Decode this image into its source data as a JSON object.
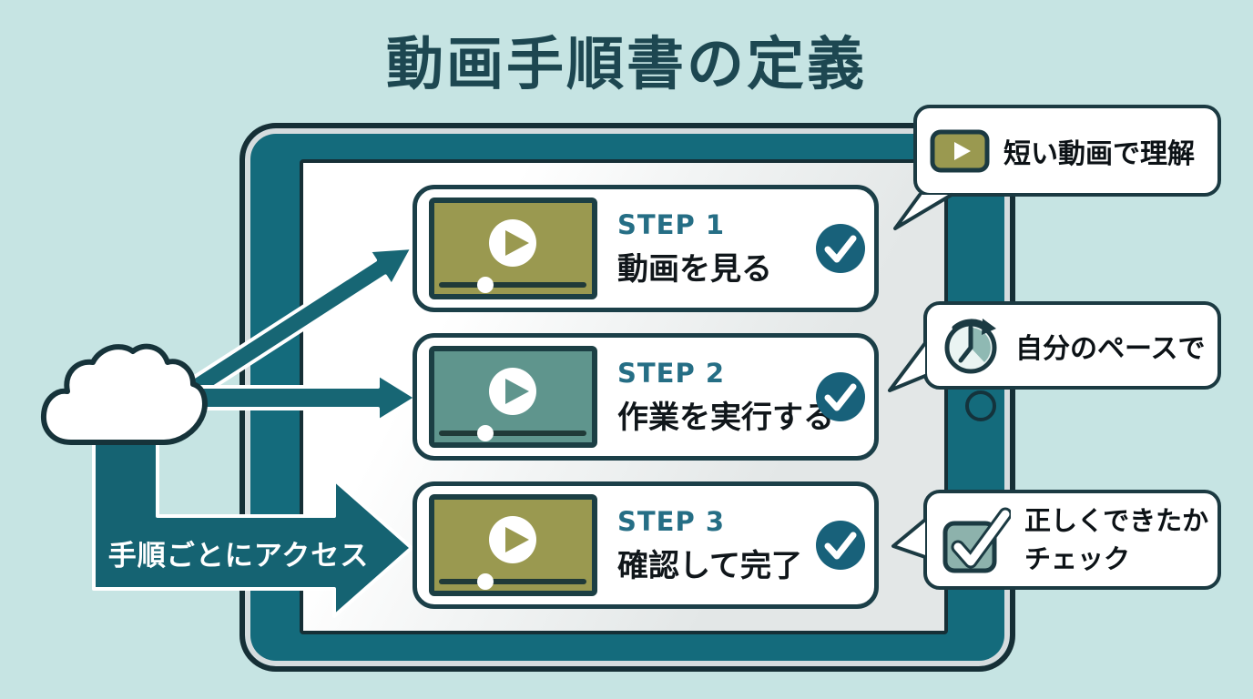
{
  "title": "動画手順書の定義",
  "cloud_flow": {
    "icon": "cloud-icon",
    "label": "手順ごとにアクセス"
  },
  "steps": [
    {
      "label": "STEP 1",
      "title": "動画を見る",
      "thumb_color": "#9a9950",
      "icon": "video-play-icon",
      "check_icon": "check-circle-icon"
    },
    {
      "label": "STEP 2",
      "title": "作業を実行する",
      "thumb_color": "#5f958d",
      "icon": "video-play-icon",
      "check_icon": "check-circle-icon"
    },
    {
      "label": "STEP 3",
      "title": "確認して完了",
      "thumb_color": "#9a9950",
      "icon": "video-play-icon",
      "check_icon": "check-circle-icon"
    }
  ],
  "callouts": [
    {
      "icon": "play-video-icon",
      "line1": "短い動画で理解"
    },
    {
      "icon": "clock-pace-icon",
      "line1": "自分のペースで"
    },
    {
      "icon": "checkbox-icon",
      "line1": "正しくできたか",
      "line2": "チェック"
    }
  ],
  "colors": {
    "background": "#c6e4e3",
    "title_text": "#1d4751",
    "tablet_bezel": "#146b7c",
    "dark_outline": "#1b3a42",
    "arrow_teal": "#176674",
    "olive_thumb": "#9a9950",
    "teal_thumb": "#5f958d",
    "step_label_teal": "#256e85",
    "check_circle": "#18617a",
    "flow_label_text": "#ffffff"
  }
}
